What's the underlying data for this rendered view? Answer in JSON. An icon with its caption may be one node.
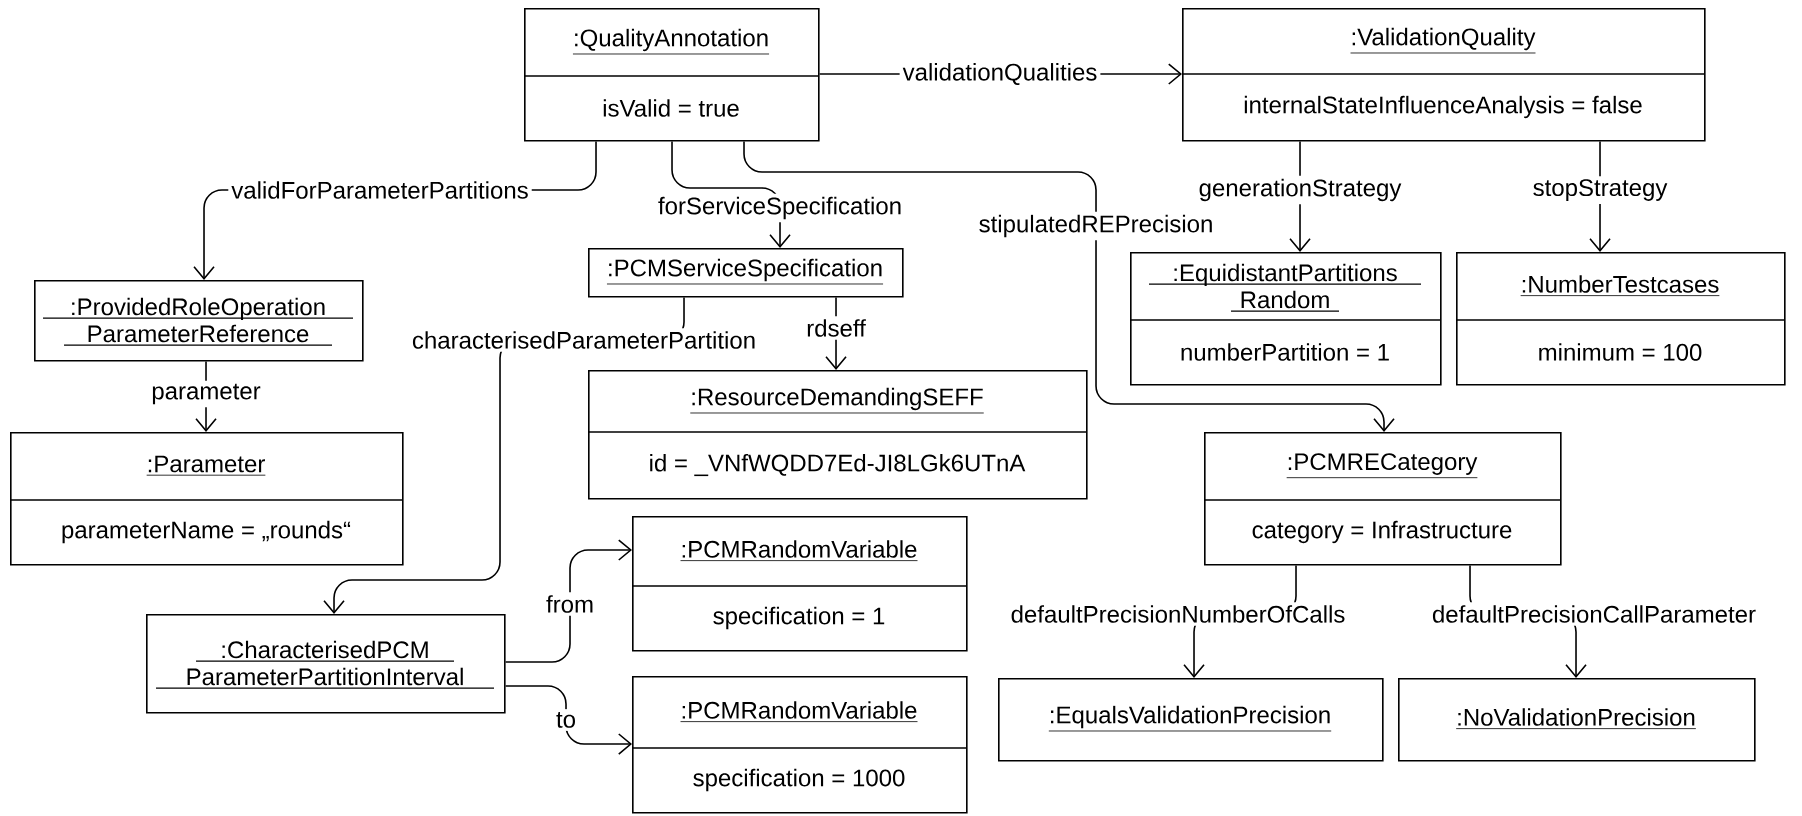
{
  "diagram": {
    "nodes": [
      {
        "text": [
          ":QualityAnnotation",
          "isValid = true"
        ]
      },
      {
        "text": [
          ":ValidationQuality",
          "internalStateInfluenceAnalysis = false"
        ]
      },
      {
        "text": [
          ":ProvidedRoleOperation ParameterReference"
        ]
      },
      {
        "text": [
          ":PCMServiceSpecification"
        ]
      },
      {
        "text": [
          ":EquidistantPartitions Random",
          "numberPartition = 1"
        ]
      },
      {
        "text": [
          ":NumberTestcases",
          "minimum = 100"
        ]
      },
      {
        "text": [
          ":ResourceDemandingSEFF",
          "id = _VNfWQDD7Ed-JI8LGk6UTnA"
        ]
      },
      {
        "text": [
          ":Parameter",
          "parameterName = „rounds“"
        ]
      },
      {
        "text": [
          ":PCMRECategory",
          "category = Infrastructure"
        ]
      },
      {
        "text": [
          ":CharacterisedPCM ParameterPartitionInterval"
        ]
      },
      {
        "text": [
          ":PCMRandomVariable",
          "specification = 1"
        ]
      },
      {
        "text": [
          ":PCMRandomVariable",
          "specification = 1000"
        ]
      },
      {
        "text": [
          ":EqualsValidationPrecision"
        ]
      },
      {
        "text": [
          ":NoValidationPrecision"
        ]
      }
    ],
    "edges": [
      {
        "from": 0,
        "to": 1,
        "arrow": "to",
        "label": "validationQualities"
      },
      {
        "from": 0,
        "to": 2,
        "arrow": "to",
        "label": "validForParameterPartitions"
      },
      {
        "from": 0,
        "to": 3,
        "arrow": "to",
        "label": "forServiceSpecification"
      },
      {
        "from": 0,
        "to": 8,
        "arrow": "to",
        "label": "stipulatedREPrecision"
      },
      {
        "from": 1,
        "to": 4,
        "arrow": "to",
        "label": "generationStrategy"
      },
      {
        "from": 1,
        "to": 5,
        "arrow": "to",
        "label": "stopStrategy"
      },
      {
        "from": 3,
        "to": 6,
        "arrow": "to",
        "label": "rdseff"
      },
      {
        "from": 3,
        "to": 9,
        "arrow": "to",
        "label": "characterisedParameterPartition"
      },
      {
        "from": 2,
        "to": 7,
        "arrow": "to",
        "label": "parameter"
      },
      {
        "from": 9,
        "to": 10,
        "arrow": "to",
        "label": "from"
      },
      {
        "from": 9,
        "to": 11,
        "arrow": "to",
        "label": "to"
      },
      {
        "from": 8,
        "to": 12,
        "arrow": "to",
        "label": "defaultPrecisionNumberOfCalls"
      },
      {
        "from": 8,
        "to": 13,
        "arrow": "to",
        "label": "defaultPrecisionCallParameter"
      }
    ]
  }
}
